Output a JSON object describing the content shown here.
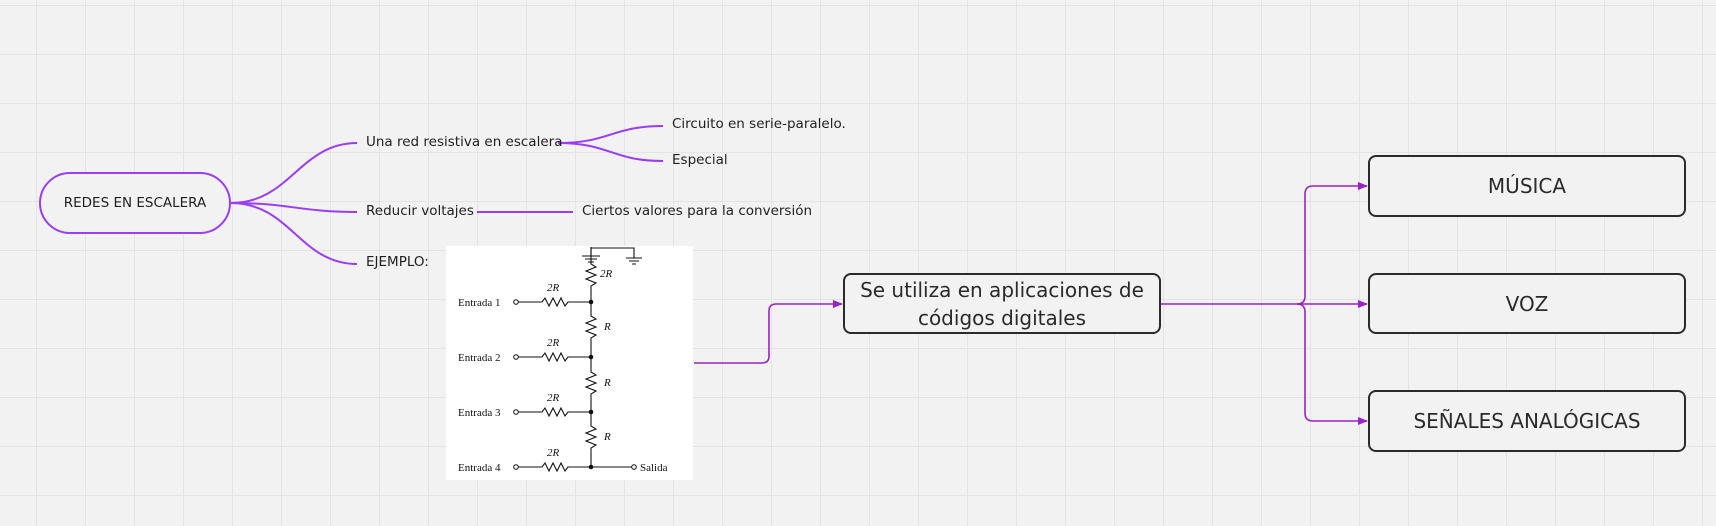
{
  "mindmap": {
    "root": "REDES EN ESCALERA",
    "branches": [
      {
        "label": "Una red resistiva en escalera",
        "children": [
          "Circuito en serie-paralelo.",
          "Especial"
        ]
      },
      {
        "label": "Reducir voltajes",
        "children": [
          "Ciertos valores para la conversión"
        ]
      },
      {
        "label": "EJEMPLO:",
        "children": []
      }
    ]
  },
  "circuit": {
    "inputs": [
      "Entrada 1",
      "Entrada 2",
      "Entrada 3",
      "Entrada 4"
    ],
    "output": "Salida",
    "series_resistor_label": "2R",
    "top_resistor_label": "2R",
    "rung_resistor_label": "R"
  },
  "flow": {
    "center": {
      "line1": "Se utiliza en aplicaciones de",
      "line2": "códigos digitales"
    },
    "targets": [
      "MÚSICA",
      "VOZ",
      "SEÑALES ANALÓGICAS"
    ]
  },
  "colors": {
    "mindmap_line": "#9b3df5",
    "flow_line": "#9a23c2",
    "box_border": "#2b2b2b",
    "background": "#f2f2f2",
    "grid": "#e4e4e4"
  }
}
